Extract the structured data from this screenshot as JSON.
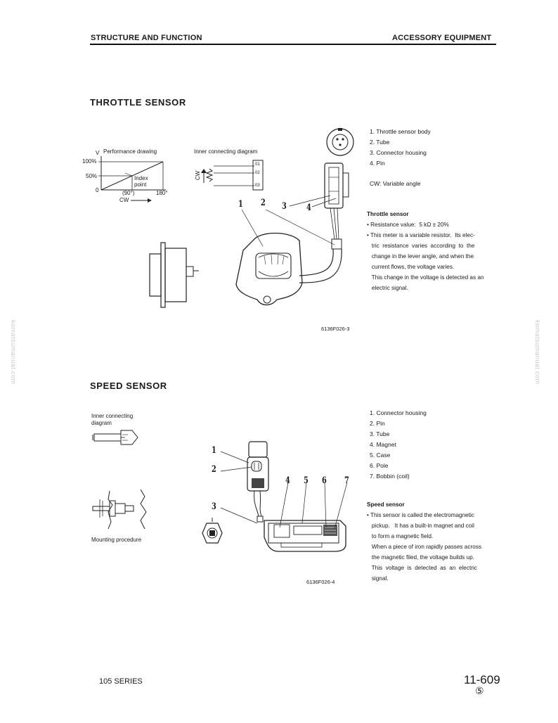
{
  "header": {
    "left": "STRUCTURE AND FUNCTION",
    "right": "ACCESSORY EQUIPMENT"
  },
  "watermark": "komatsumanual.com",
  "throttle": {
    "title": "THROTTLE SENSOR",
    "perf_label": "Performance drawing",
    "axis_v": "V",
    "axis_100": "100%",
    "axis_50": "50%",
    "axis_0": "0",
    "index_point": "Index\npoint",
    "x90": "(90°)",
    "x180": "180°",
    "xcw": "CW",
    "inner_label": "Inner connecting diagram",
    "cw_vertical": "CW",
    "pin1": "01",
    "pin2": "02",
    "pin3": "03",
    "callouts": [
      "1",
      "2",
      "3",
      "4"
    ],
    "fig_code": "6136F026-3",
    "parts": [
      "1.  Throttle sensor body",
      "2.  Tube",
      "3.  Connector housing",
      "4.  Pin"
    ],
    "cw_note": "CW:  Variable angle",
    "desc_title": "Throttle sensor",
    "desc_lines": [
      "• Resistance value:  5 kΩ ± 20%",
      "• This meter is a variable resistor.  Its elec-",
      "   tric  resistance  varies  according  to  the",
      "   change in the lever angle, and when the",
      "   current flows, the voltage varies.",
      "   This change in the voltage is detected as an",
      "   electric signal."
    ]
  },
  "speed": {
    "title": "SPEED SENSOR",
    "inner_label": "Inner connecting\ndiagram",
    "mount_label": "Mounting procedure",
    "callouts": [
      "1",
      "2",
      "3",
      "4",
      "5",
      "6",
      "7"
    ],
    "fig_code": "6136F026-4",
    "parts": [
      "1.  Connector housing",
      "2.  Pin",
      "3.  Tube",
      "4.  Magnet",
      "5.  Case",
      "6.  Pole",
      "7.  Bobbin (coil)"
    ],
    "desc_title": "Speed sensor",
    "desc_lines": [
      "• This sensor is called the electromagnetic",
      "   pickup.   It has a built-in magnet and coil",
      "   to form a magnetic field.",
      "   When a piece of iron rapidly passes across",
      "   the magnetic filed, the voltage builds up.",
      "   This  voltage  is  detected  as  an  electric",
      "   signal."
    ]
  },
  "footer": {
    "series": "105 SERIES",
    "page": "11-609",
    "revision": "⑤"
  }
}
